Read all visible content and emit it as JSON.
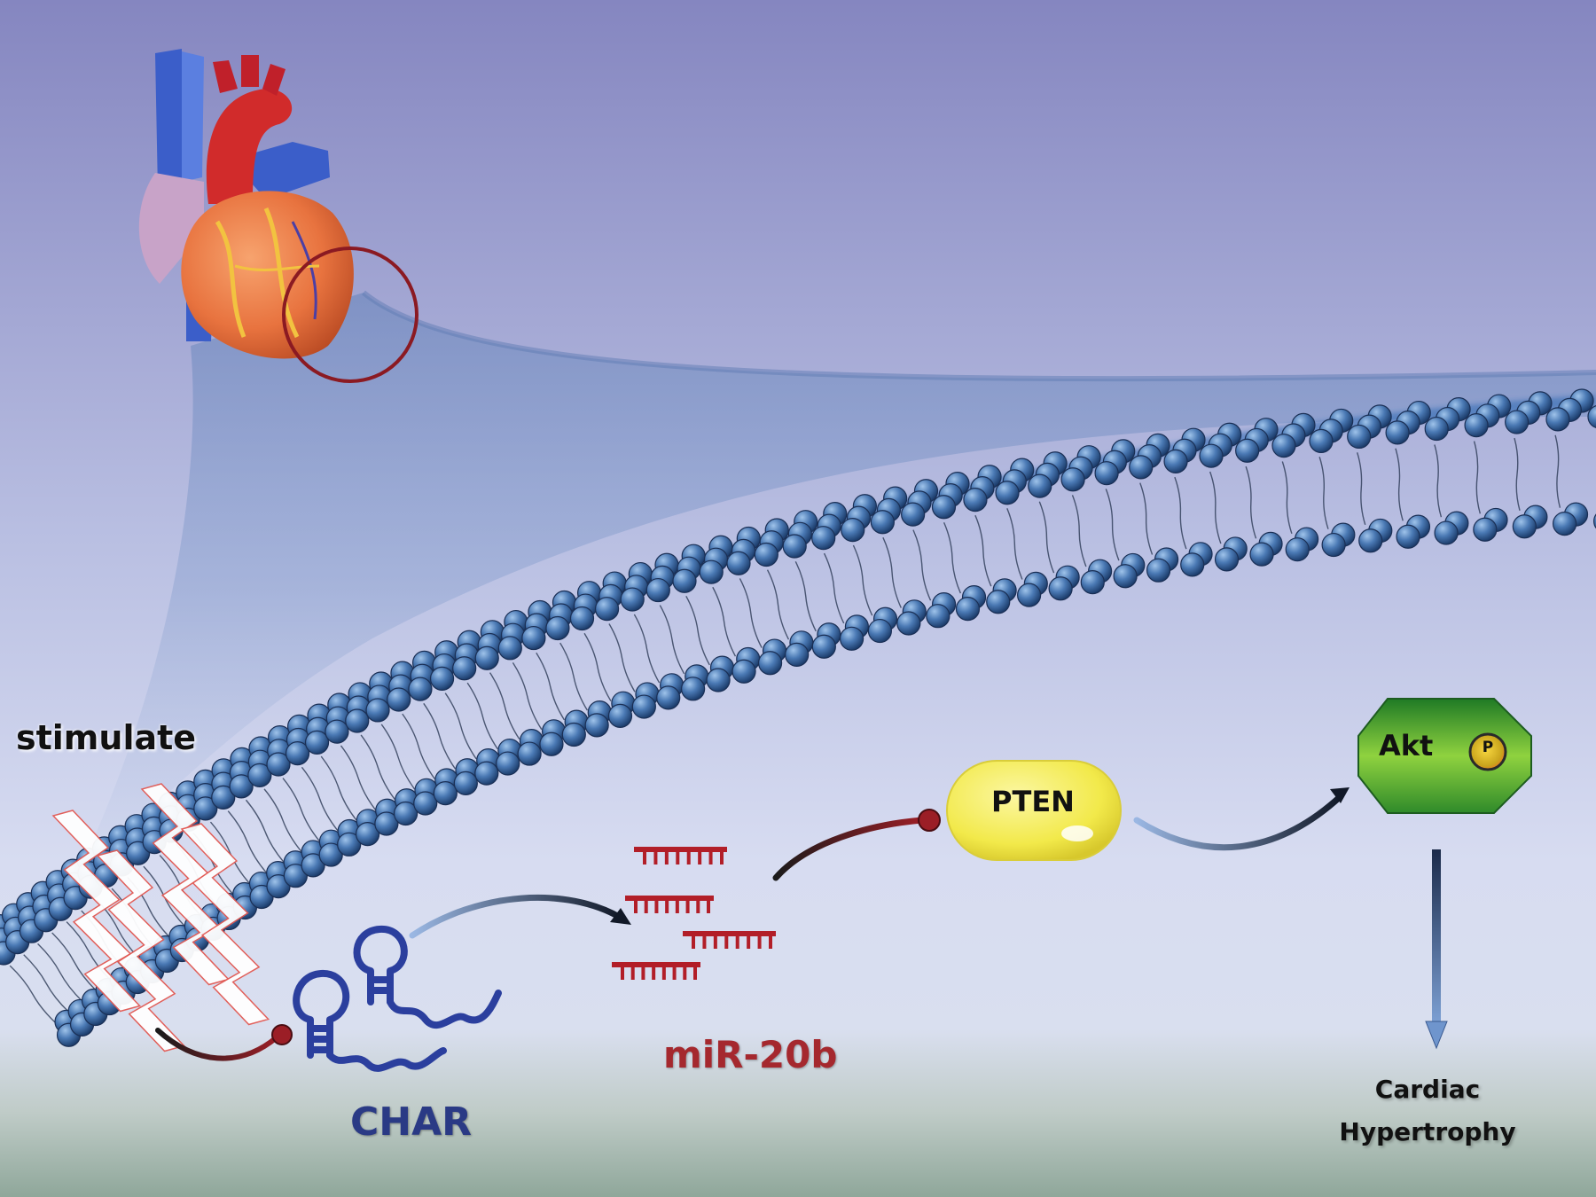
{
  "labels": {
    "stimulate": "stimulate",
    "char": "CHAR",
    "mir": "miR-20b",
    "pten": "PTEN",
    "akt": "Akt",
    "phospho": "P",
    "outcome_line1": "Cardiac",
    "outcome_line2": "Hypertrophy"
  },
  "colors": {
    "background_top": "#8586c0",
    "background_bottom": "#8fa79a",
    "membrane_head": "#3f6fa8",
    "char_rna": "#2b3f9e",
    "mirna": "#b21e28",
    "pten": "#f4ee5e",
    "akt": "#5aaa2a",
    "inhibit_arrow": "#8b1c24",
    "activate_arrow": "#2e3b66"
  },
  "icons": [
    "heart-icon",
    "magnifier-circle-icon",
    "lightning-icon",
    "rna-hairpin-icon",
    "mirna-duplex-icon",
    "phospho-icon"
  ]
}
